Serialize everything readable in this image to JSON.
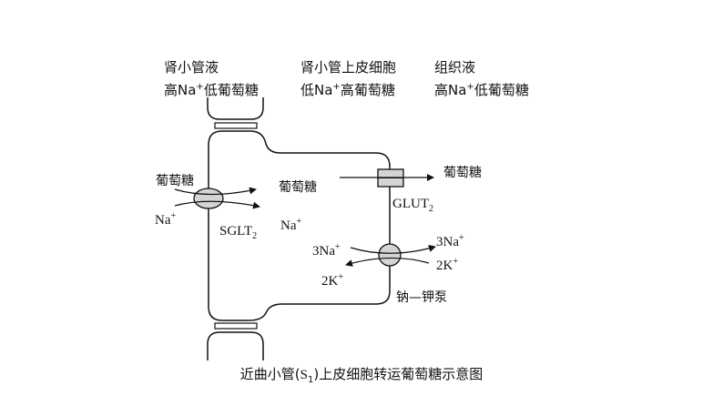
{
  "headers": {
    "lumen": {
      "title": "肾小管液",
      "conc_a": "高Na",
      "conc_sup": "+",
      "conc_b": "低葡萄糖"
    },
    "cell": {
      "title": "肾小管上皮细胞",
      "conc_a": "低Na",
      "conc_sup": "+",
      "conc_b": "高葡萄糖"
    },
    "tissue": {
      "title": "组织液",
      "conc_a": "高Na",
      "conc_sup": "+",
      "conc_b": "低葡萄糖"
    }
  },
  "labels": {
    "glucose_left": "葡萄糖",
    "na_left": "Na",
    "na_left_sup": "+",
    "sglt_a": "SGLT",
    "sglt_sub": "2",
    "glucose_inside": "葡萄糖",
    "na_inside": "Na",
    "na_inside_sup": "+",
    "glut_a": "GLUT",
    "glut_sub": "2",
    "glucose_right": "葡萄糖",
    "na3_in": "3Na",
    "na3_in_sup": "+",
    "k2_in": "2K",
    "k2_in_sup": "+",
    "na3_out": "3Na",
    "na3_out_sup": "+",
    "k2_out": "2K",
    "k2_out_sup": "+",
    "pump": "钠—钾泵"
  },
  "caption": {
    "a": "近曲小管(",
    "s": "S",
    "sub": "1",
    "b": ")上皮细胞转运葡萄糖示意图"
  }
}
